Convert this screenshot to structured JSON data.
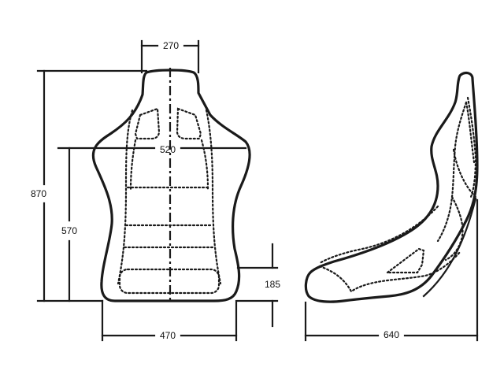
{
  "dimensions": {
    "top_width": "270",
    "shoulder_width": "520",
    "total_height": "870",
    "back_height": "570",
    "cushion_height": "185",
    "base_width": "470",
    "depth": "640"
  },
  "colors": {
    "line": "#1a1a1a",
    "background": "#ffffff"
  }
}
